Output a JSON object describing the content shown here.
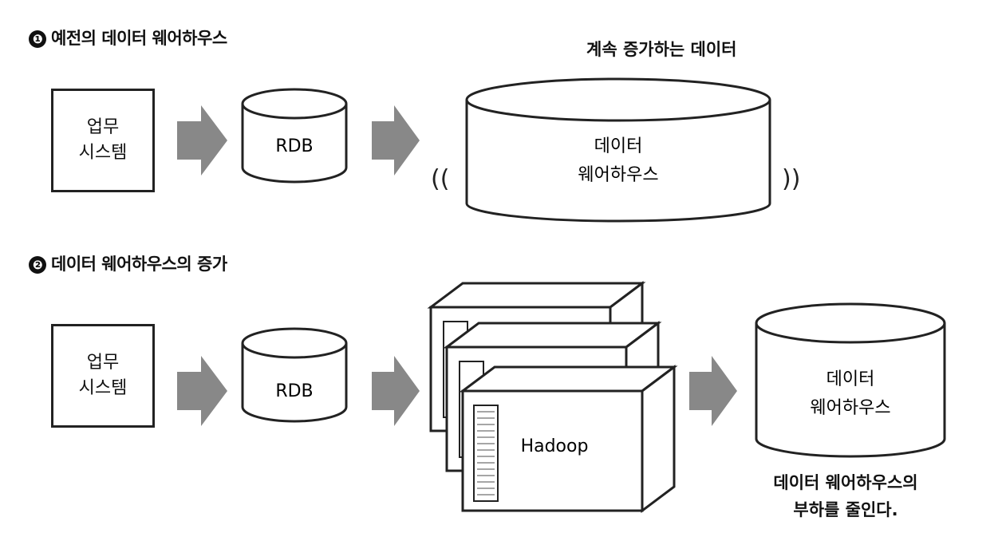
{
  "section1": {
    "badge": "❶",
    "title": "예전의 데이터 웨어하우스",
    "source": {
      "line1": "업무",
      "line2": "시스템"
    },
    "rdb": "RDB",
    "growth_caption": "계속 증가하는 데이터",
    "dw": {
      "line1": "데이터",
      "line2": "웨어하우스"
    },
    "left_wave": "((",
    "right_wave": "))"
  },
  "section2": {
    "badge": "❷",
    "title": "데이터 웨어하우스의 증가",
    "source": {
      "line1": "업무",
      "line2": "시스템"
    },
    "rdb": "RDB",
    "hadoop": "Hadoop",
    "dw": {
      "line1": "데이터",
      "line2": "웨어하우스"
    },
    "caption": {
      "line1": "데이터 웨어하우스의",
      "line2": "부하를 줄인다."
    }
  }
}
